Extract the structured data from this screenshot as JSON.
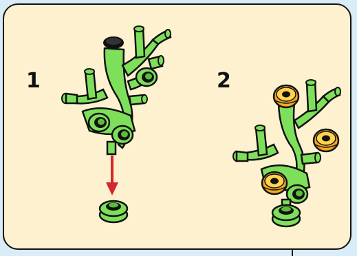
{
  "steps": [
    {
      "number": "1"
    },
    {
      "number": "2"
    }
  ],
  "colors": {
    "panel_bg": "#fdf1cf",
    "page_bg": "#d9ecf7",
    "branch_green": "#7ee05a",
    "outline": "#111111",
    "arrow_red": "#d6262c",
    "flower_orange": "#f5a623",
    "flower_yellow": "#ffd34d"
  },
  "icons": [
    "tree-branch-piece",
    "red-down-arrow",
    "green-round-plate",
    "orange-flower-stud"
  ]
}
